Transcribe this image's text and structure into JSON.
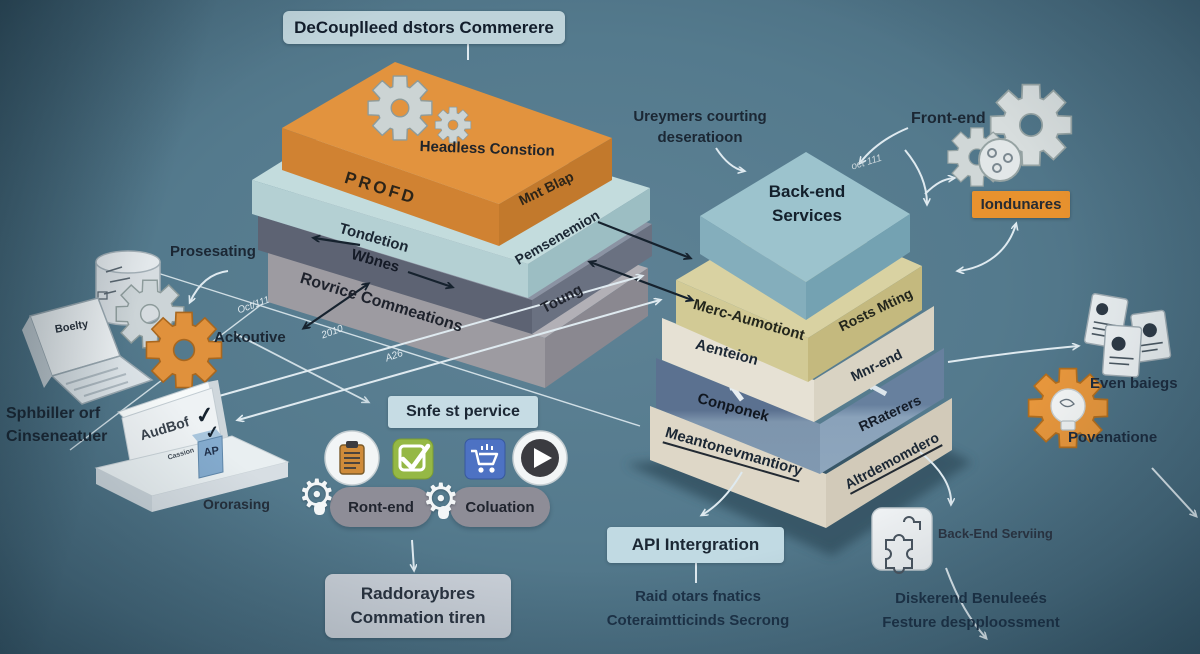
{
  "title": "DeCouplleed dstors Commerere",
  "glyphs": {
    "checkmark": "✓",
    "play": "▶",
    "gear": "⚙"
  },
  "left_stack": {
    "top_label": "Headless Constion",
    "front_label": "PROFD",
    "side_label": "Mnt Blap",
    "layer2_front": "Tondetion",
    "layer2_side": "Pemsenemion",
    "layer3_front": "Wbnes",
    "layer4_front": "Rovrice Commeations",
    "layer4_side": "Toung"
  },
  "right_stack": {
    "slab_line1": "Back-end",
    "slab_line2": "Services",
    "layer1_front": "Merc-Aumotiont",
    "layer1_side": "Rosts Mting",
    "layer2_front": "Aenteion",
    "layer2_side": "Mnr-end",
    "layer3_front": "Conponek",
    "layer3_side": "RRaterers",
    "layer4_front": "Meantonevmantiory",
    "layer4_side": "Altrdemomdero"
  },
  "labels": {
    "prosesating": "Prosesating",
    "ackoutive": "Ackoutive",
    "laptop_screen": "Boelty",
    "sphbiller_line1": "Sphbiller orf",
    "sphbiller_line2": "Cinseneatuer",
    "audbof": "AudBof",
    "cassion": "Cassion",
    "ap_box": "AP",
    "ororasing": "Ororasing",
    "front_end": "Front-end",
    "iondunares": "Iondunares",
    "ureymers_line1": "Ureymers courting",
    "ureymers_line2": "deseratioon",
    "even_baiegs": "Even baiegs",
    "povenatione": "Povenatione",
    "back_end_serving": "Back-End Serviing",
    "diskerend_line1": "Diskerend Benuleeés",
    "diskerend_line2": "Festure despploossment",
    "raid_line1": "Raid otars fnatics",
    "raid_line2": "Coteraimtticinds Secrong"
  },
  "boxes": {
    "snfe": "Snfe st pervice",
    "pill_front": "Ront-end",
    "pill_coluation": "Coluation",
    "raddor_line1": "Raddoraybres",
    "raddor_line2": "Commation tiren",
    "api": "API Intergration"
  },
  "road": {
    "label1": "Oct/111",
    "label2": "2010",
    "label3": "A26",
    "label4": "oct 111"
  },
  "icon_names": [
    "gear-icon",
    "database-icon",
    "laptop-icon",
    "clipboard-icon",
    "checklist-icon",
    "cart-icon",
    "play-icon",
    "gear-bulb-icon",
    "gear-assembly-icon",
    "document-icon",
    "lightbulb-gear-icon",
    "puzzle-icon",
    "checkmark-icon"
  ],
  "colors": {
    "background": "#54798c",
    "accent_orange": "#e8922e",
    "slab_teal": "#8fb9c6",
    "khaki": "#d3cb96",
    "slate_dark": "#5d6373",
    "layer_blue": "#7e95ad",
    "cream": "#e6e1d4",
    "text_dark": "#1b2734",
    "arrow_white": "#dfeaf0",
    "arrow_black": "#16222e",
    "box_blue": "#c1dae3",
    "box_gray": "#c9cfd7",
    "pill_gray": "#8e8d97",
    "icon_green": "#95b845",
    "icon_blue": "#4d72c3"
  }
}
